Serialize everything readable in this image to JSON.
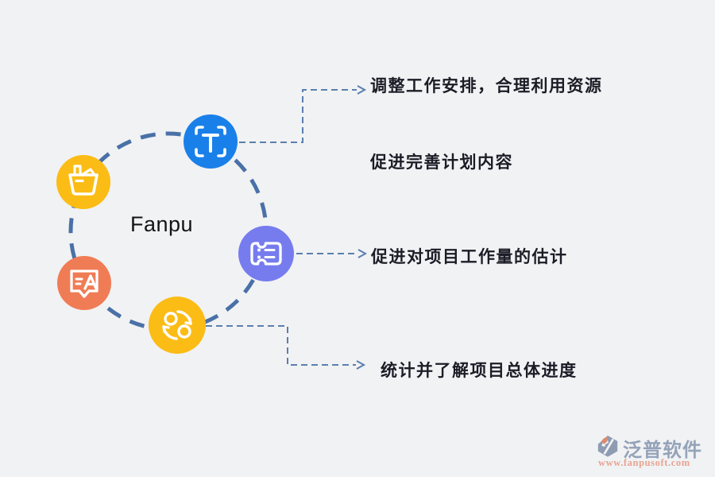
{
  "canvas": {
    "background": "#f1f2f4"
  },
  "center": {
    "label": "Fanpu"
  },
  "ring": {
    "color": "#4a71a7"
  },
  "connectors": {
    "color": "#5b7fae"
  },
  "nodes": [
    {
      "id": "text-scan",
      "icon": "text-scan-icon",
      "color": "#1a80e9"
    },
    {
      "id": "basket",
      "icon": "basket-icon",
      "color": "#fbbc16"
    },
    {
      "id": "translate-bubble",
      "icon": "translate-bubble-icon",
      "color": "#f07c55"
    },
    {
      "id": "ticket-list",
      "icon": "ticket-list-icon",
      "color": "#767cee"
    },
    {
      "id": "sync",
      "icon": "sync-icon",
      "color": "#fbbc16"
    }
  ],
  "labels": [
    {
      "text": "调整工作安排，合理利用资源"
    },
    {
      "text": "促进完善计划内容"
    },
    {
      "text": "促进对项目工作量的估计"
    },
    {
      "text": "统计并了解项目总体进度"
    }
  ],
  "watermark": {
    "brand": "泛普软件",
    "url": "www.fanpusoft.com",
    "brand_color": "#94a3b9",
    "url_color": "#e7a492"
  }
}
